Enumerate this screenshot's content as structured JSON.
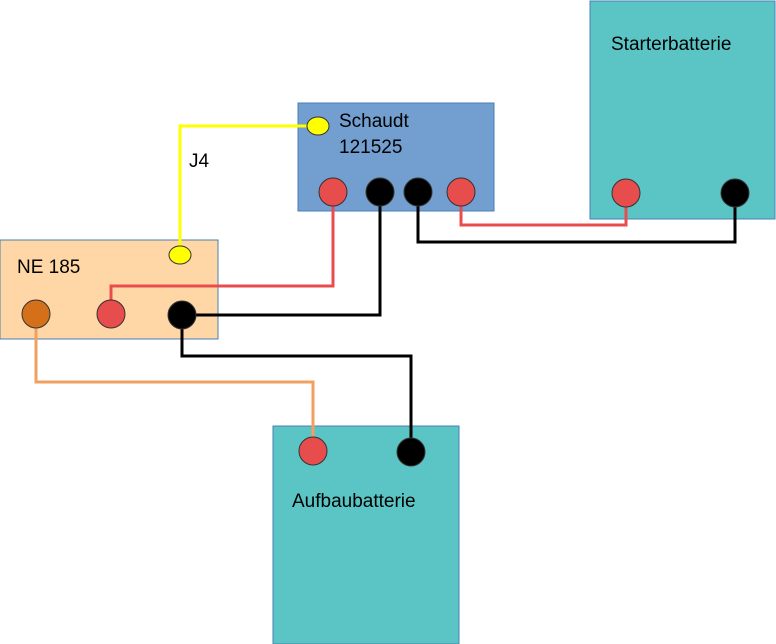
{
  "colors": {
    "starter_fill": "#5bc5c5",
    "aufbau_fill": "#5bc5c5",
    "schaudt_fill": "#729fcf",
    "ne_fill": "#ffd7a6",
    "box_stroke": "#4a7fb5",
    "terminal_red": "#e84d4d",
    "terminal_black": "#000000",
    "terminal_yellow": "#ffff00",
    "terminal_orange": "#d4701a",
    "wire_yellow": "#ffff00",
    "wire_red": "#e84d4d",
    "wire_black": "#000000",
    "wire_orange": "#f0a060"
  },
  "components": {
    "starter": {
      "label": "Starterbatterie"
    },
    "aufbau": {
      "label": "Aufbaubatterie"
    },
    "schaudt": {
      "label_line1": "Schaudt",
      "label_line2": "121525"
    },
    "ne": {
      "label": "NE 185"
    }
  },
  "wires": {
    "j4": {
      "label": "J4"
    }
  }
}
